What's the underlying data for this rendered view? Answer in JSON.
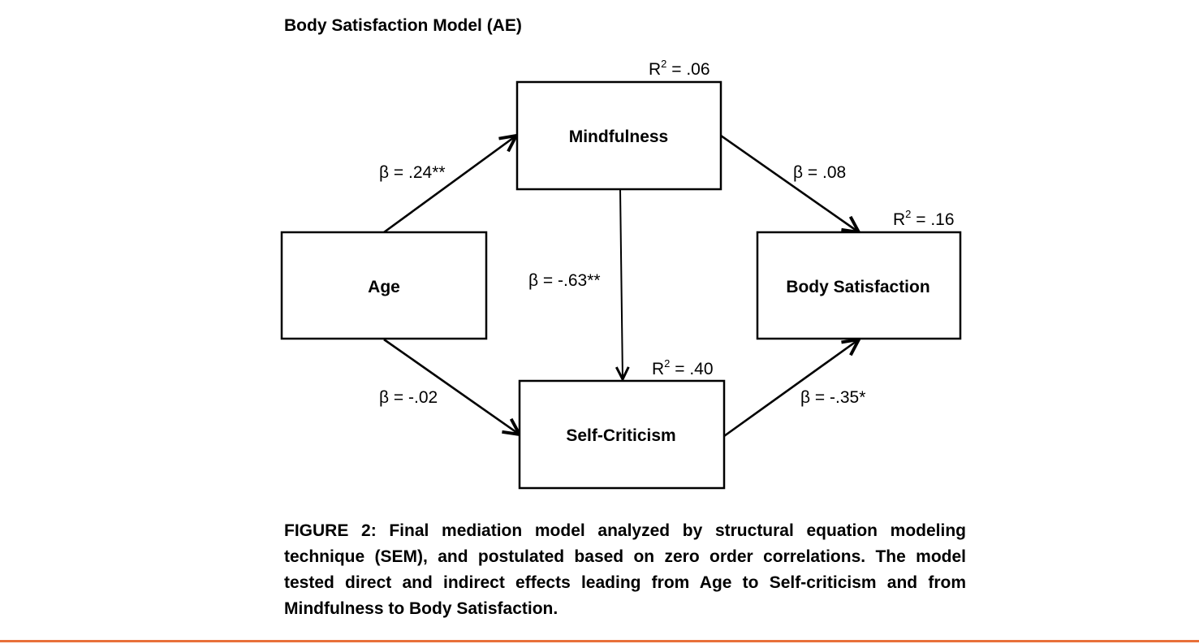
{
  "title": "Body Satisfaction Model (AE)",
  "nodes": {
    "age": "Age",
    "mindfulness": "Mindfulness",
    "self_criticism": "Self-Criticism",
    "body_satisfaction": "Body Satisfaction"
  },
  "r2": {
    "prefix": "R",
    "sup": "2",
    "mindfulness": " = .06",
    "self_criticism": " = .40",
    "body_satisfaction": " = .16"
  },
  "paths": {
    "age_to_mindfulness": "β = .24**",
    "age_to_self_criticism": "β = -.02",
    "mindfulness_to_self_criticism": "β = -.63**",
    "mindfulness_to_body_satisfaction": "β = .08",
    "self_criticism_to_body_satisfaction": "β = -.35*"
  },
  "caption": "FIGURE 2: Final mediation model analyzed by structural equation modeling technique (SEM), and postulated based on zero order correlations. The model tested direct and indirect effects leading from Age to Self-criticism and from Mindfulness to Body Satisfaction.",
  "colors": {
    "footer_rule": "#e8703a"
  }
}
